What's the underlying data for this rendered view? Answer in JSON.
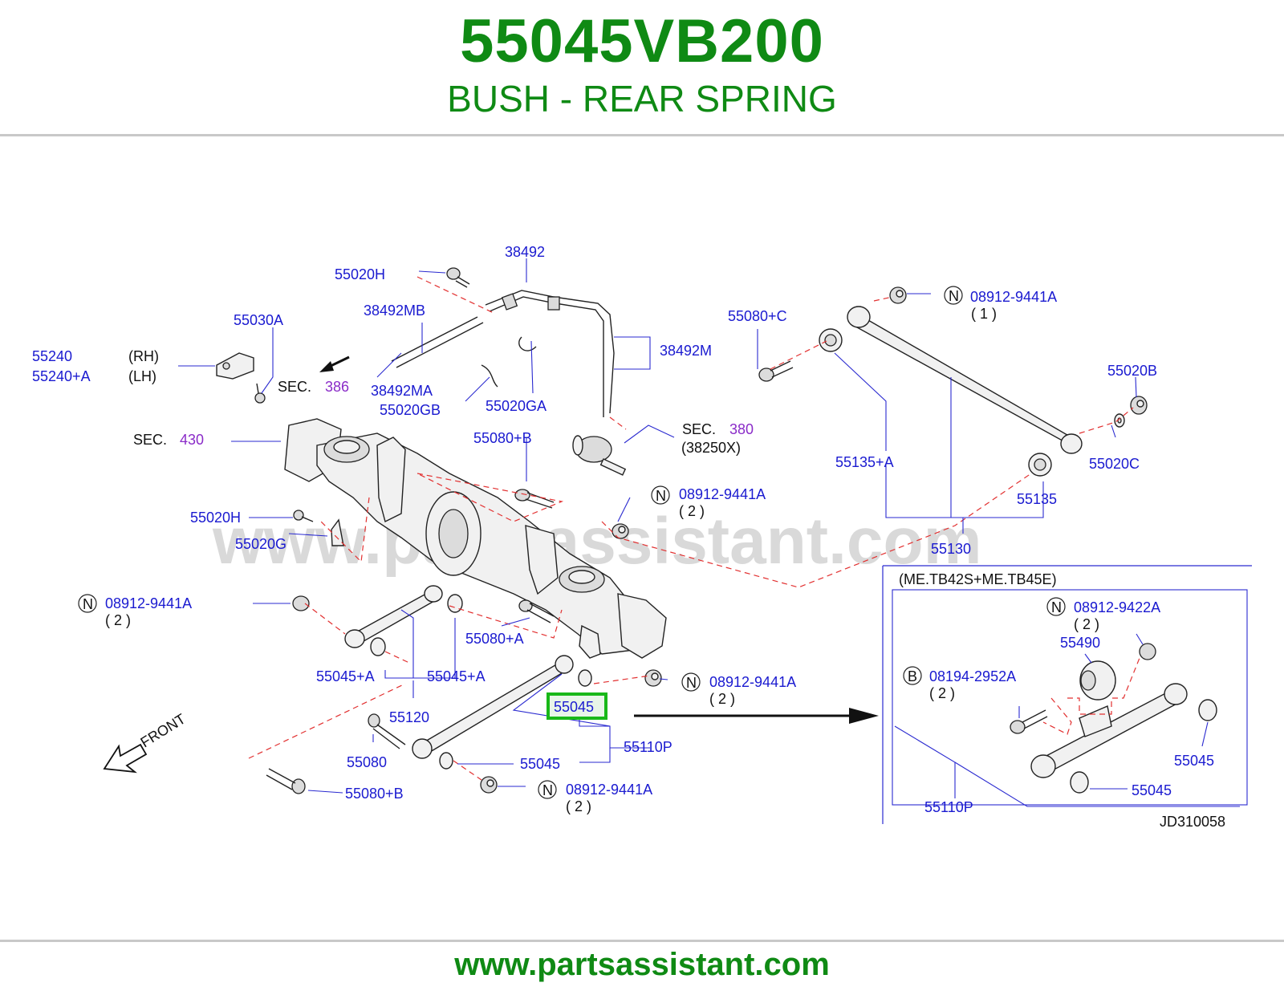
{
  "header": {
    "part_number": "55045VB200",
    "part_name": "BUSH - REAR SPRING"
  },
  "footer": {
    "url": "www.partsassistant.com"
  },
  "diagram": {
    "watermark": "www.partsassistant.com",
    "code": "JD310058",
    "front_label": "FRONT",
    "inset_title": "(ME.TB42S+ME.TB45E)",
    "highlighted_part": "55045",
    "sec": {
      "prefix": "SEC.",
      "sec_386": "386",
      "sec_430": "430",
      "sec_380": "380",
      "sec_380_sub": "(38250X)"
    },
    "labels": {
      "l_38492": "38492",
      "l_55020h_top": "55020H",
      "l_55030a": "55030A",
      "l_38492mb": "38492MB",
      "l_55240": "55240",
      "l_rh": "(RH)",
      "l_55240a": "55240+A",
      "l_lh": "(LH)",
      "l_38492ma": "38492MA",
      "l_55020gb": "55020GB",
      "l_55020ga": "55020GA",
      "l_38492m": "38492M",
      "l_55080c": "55080+C",
      "l_n_top_right": "08912-9441A",
      "l_n_top_right_q": "( 1 )",
      "l_55020b": "55020B",
      "l_55020c": "55020C",
      "l_55135a": "55135+A",
      "l_55135": "55135",
      "l_55130": "55130",
      "l_55080b_top": "55080+B",
      "l_n_mid": "08912-9441A",
      "l_n_mid_q": "( 2 )",
      "l_55020h_mid": "55020H",
      "l_55020g": "55020G",
      "l_n_left": "08912-9441A",
      "l_n_left_q": "( 2 )",
      "l_55080a": "55080+A",
      "l_55045a_l": "55045+A",
      "l_55045a_r": "55045+A",
      "l_n_lowmid": "08912-9441A",
      "l_n_lowmid_q": "( 2 )",
      "l_55120": "55120",
      "l_55110p": "55110P",
      "l_55080": "55080",
      "l_55045_low": "55045",
      "l_55080b_low": "55080+B",
      "l_n_bottom": "08912-9441A",
      "l_n_bottom_q": "( 2 )",
      "l_in_n": "08912-9422A",
      "l_in_n_q": "( 2 )",
      "l_in_55490": "55490",
      "l_in_b": "08194-2952A",
      "l_in_b_q": "( 2 )",
      "l_in_55045_r": "55045",
      "l_in_55045_b": "55045",
      "l_in_55110p": "55110P"
    },
    "badges": {
      "n": "N",
      "b": "B"
    }
  },
  "colors": {
    "title_green": "#0f8a14",
    "label_blue": "#1a1ad0",
    "sec_purple": "#8a2bc8",
    "dash_red": "#e23030",
    "highlight_green": "#18b818"
  }
}
